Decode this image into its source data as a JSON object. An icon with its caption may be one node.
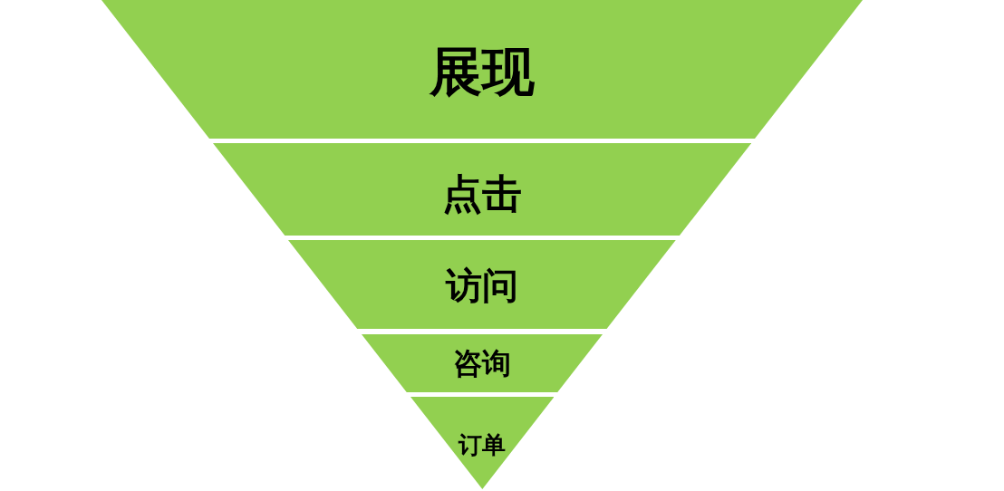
{
  "diagram": {
    "nodes": [
      {
        "text": [
          "展现"
        ]
      },
      {
        "text": [
          "点击"
        ]
      },
      {
        "text": [
          "访问"
        ]
      },
      {
        "text": [
          "咨询"
        ]
      },
      {
        "text": [
          "订单"
        ]
      }
    ]
  }
}
